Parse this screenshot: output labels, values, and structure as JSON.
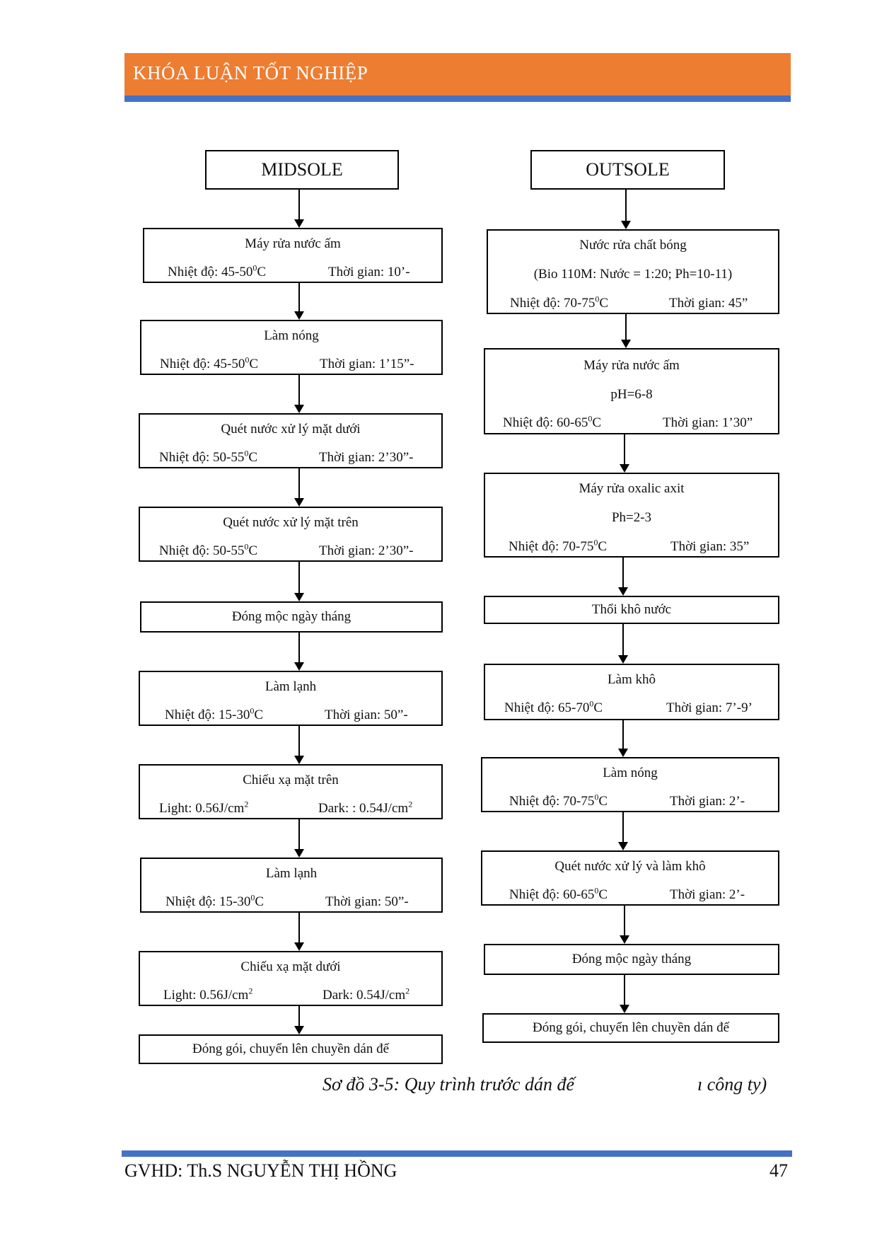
{
  "header": {
    "title": "KHÓA LUẬN TỐT NGHIỆP"
  },
  "midsole": {
    "title": "MIDSOLE",
    "steps": [
      {
        "title": "Máy rửa nước ấm",
        "left": "Nhiệt độ: 45-50",
        "left_unit": "C",
        "right": "Thời gian: 10’-"
      },
      {
        "title": "Làm nóng",
        "left": "Nhiệt độ: 45-50",
        "left_unit": "C",
        "right": "Thời gian: 1’15”-"
      },
      {
        "title": "Quét nước xử lý mặt dưới",
        "left": "Nhiệt độ: 50-55",
        "left_unit": "C",
        "right": "Thời gian: 2’30”-"
      },
      {
        "title": "Quét nước xử lý mặt trên",
        "left": "Nhiệt độ: 50-55",
        "left_unit": "C",
        "right": "Thời gian: 2’30”-"
      },
      {
        "title": "Đóng mộc ngày tháng"
      },
      {
        "title": "Làm lạnh",
        "left": "Nhiệt độ: 15-30",
        "left_unit": "C",
        "right": "Thời gian: 50”-"
      },
      {
        "title": "Chiếu xạ mặt trên",
        "left": "Light: 0.56J/cm",
        "right": "Dark: : 0.54J/cm"
      },
      {
        "title": "Làm lạnh",
        "left": "Nhiệt độ: 15-30",
        "left_unit": "C",
        "right": "Thời gian: 50”-"
      },
      {
        "title": "Chiếu xạ mặt dưới",
        "left": "Light: 0.56J/cm",
        "right": "Dark: 0.54J/cm"
      },
      {
        "title": "Đóng gói, chuyển lên chuyền dán đế"
      }
    ]
  },
  "outsole": {
    "title": "OUTSOLE",
    "steps": [
      {
        "title": "Nước rửa chất bóng",
        "middle": "(Bio 110M: Nước = 1:20; Ph=10-11)",
        "left": "Nhiệt độ: 70-75",
        "left_unit": "C",
        "right": "Thời gian: 45”"
      },
      {
        "title": "Máy rửa nước ấm",
        "middle": "pH=6-8",
        "left": "Nhiệt độ: 60-65",
        "left_unit": "C",
        "right": "Thời gian: 1’30”"
      },
      {
        "title": "Máy rửa oxalic axit",
        "middle": "Ph=2-3",
        "left": "Nhiệt độ: 70-75",
        "left_unit": "C",
        "right": "Thời gian: 35”"
      },
      {
        "title": "Thổi khô nước"
      },
      {
        "title": "Làm khô",
        "left": "Nhiệt độ: 65-70",
        "left_unit": "C",
        "right": "Thời gian: 7’-9’"
      },
      {
        "title": "Làm nóng",
        "left": "Nhiệt độ: 70-75",
        "left_unit": "C",
        "right": "Thời gian: 2’-"
      },
      {
        "title": "Quét nước xử lý và làm khô",
        "left": "Nhiệt độ: 60-65",
        "left_unit": "C",
        "right": "Thời gian: 2’-"
      },
      {
        "title": "Đóng mộc ngày tháng"
      },
      {
        "title": "Đóng gói, chuyển lên chuyền dán đế"
      }
    ]
  },
  "units": {
    "degree": "0",
    "square": "2"
  },
  "caption": {
    "left": "Sơ đồ 3-5: Quy trình trước dán đế",
    "right": "ı công ty)"
  },
  "footer": {
    "left": "GVHD: Th.S NGUYỄN THỊ HỒNG",
    "page": "47"
  },
  "colors": {
    "header": "#ED7D31",
    "rule": "#4472C4"
  }
}
